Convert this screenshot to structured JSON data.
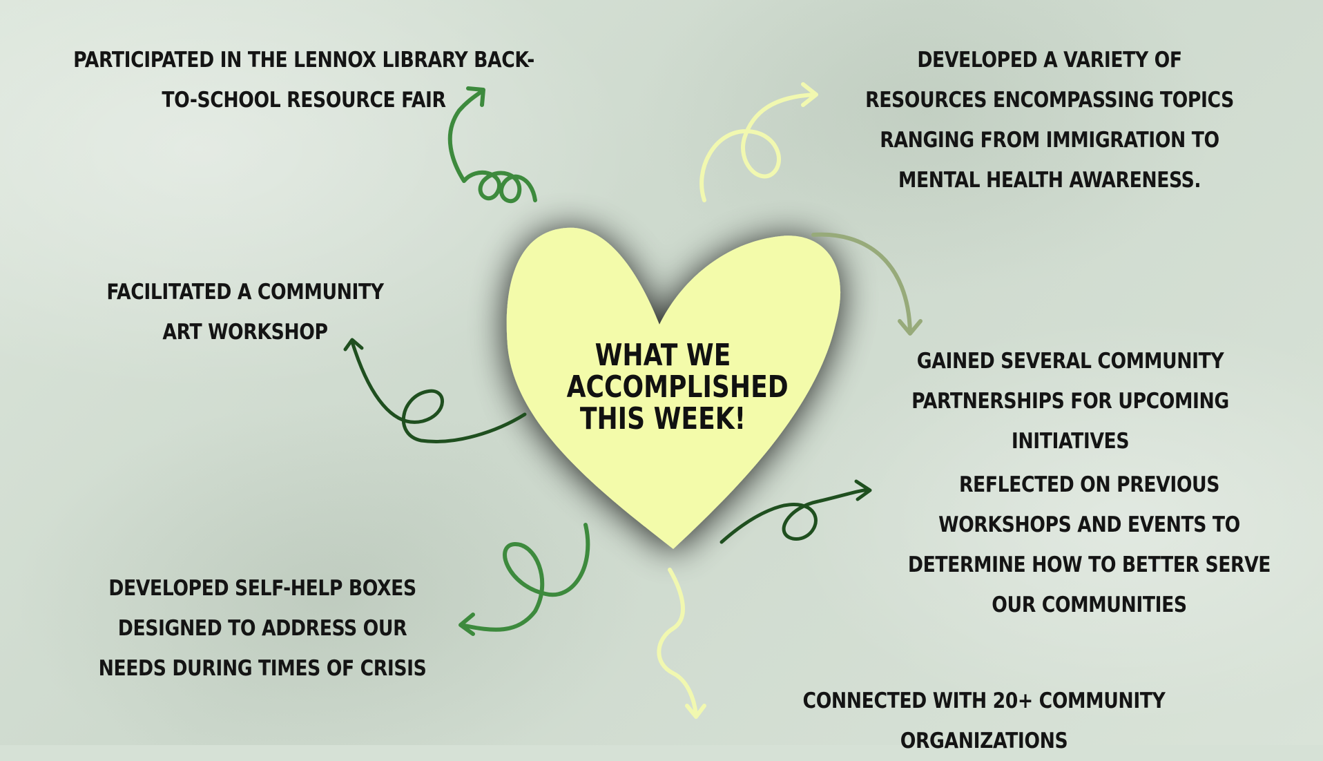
{
  "center": {
    "title": "WHAT WE ACCOMPLISHED THIS WEEK!"
  },
  "items": [
    {
      "id": "library-fair",
      "text": "PARTICIPATED IN THE LENNOX LIBRARY BACK-TO-SCHOOL RESOURCE FAIR"
    },
    {
      "id": "resources",
      "text": "DEVELOPED A VARIETY OF RESOURCES ENCOMPASSING TOPICS RANGING FROM IMMIGRATION TO MENTAL HEALTH AWARENESS."
    },
    {
      "id": "art-workshop",
      "text": "FACILITATED A COMMUNITY ART WORKSHOP"
    },
    {
      "id": "partnerships",
      "text": "GAINED SEVERAL COMMUNITY PARTNERSHIPS FOR UPCOMING INITIATIVES"
    },
    {
      "id": "reflected",
      "text": "REFLECTED ON PREVIOUS WORKSHOPS AND EVENTS TO DETERMINE HOW TO BETTER SERVE OUR COMMUNITIES"
    },
    {
      "id": "self-help",
      "text": "DEVELOPED SELF-HELP BOXES DESIGNED TO ADDRESS OUR NEEDS DURING TIMES OF CRISIS"
    },
    {
      "id": "organizations",
      "text": "CONNECTED WITH 20+ COMMUNITY ORGANIZATIONS"
    }
  ],
  "colors": {
    "heart_fill": "#f3fbaa",
    "arrow_green": "#3d8a3d",
    "arrow_dark_green": "#1f4f1f",
    "arrow_pale_yellow": "#f1f8b0",
    "arrow_olive": "#97aa7a",
    "text": "#141414"
  }
}
